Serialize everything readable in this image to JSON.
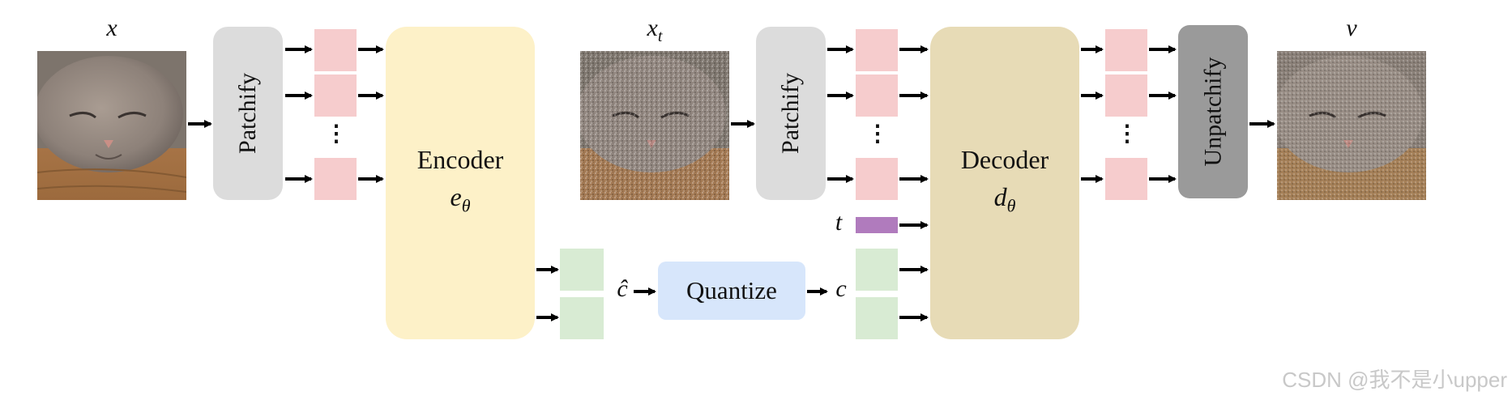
{
  "labels": {
    "x": "x",
    "xt_base": "x",
    "xt_sub": "t",
    "v": "v",
    "t": "t",
    "c_hat": "ĉ",
    "c": "c"
  },
  "blocks": {
    "patchify_1": "Patchify",
    "patchify_2": "Patchify",
    "encoder_title": "Encoder",
    "encoder_param_base": "e",
    "encoder_param_sub": "θ",
    "decoder_title": "Decoder",
    "decoder_param_base": "d",
    "decoder_param_sub": "θ",
    "quantize": "Quantize",
    "unpatchify": "Unpatchify"
  },
  "ellipsis": "⋮",
  "watermark": "CSDN @我不是小upper",
  "colors": {
    "patchify": "#dcdcdc",
    "unpatchify": "#9a9a9a",
    "encoder": "#fdf1c8",
    "decoder": "#e7dbb6",
    "quantize": "#d7e6fb",
    "patch_token": "#f6cccd",
    "latent_token": "#d8ebd3",
    "time_token": "#b07bbd"
  }
}
